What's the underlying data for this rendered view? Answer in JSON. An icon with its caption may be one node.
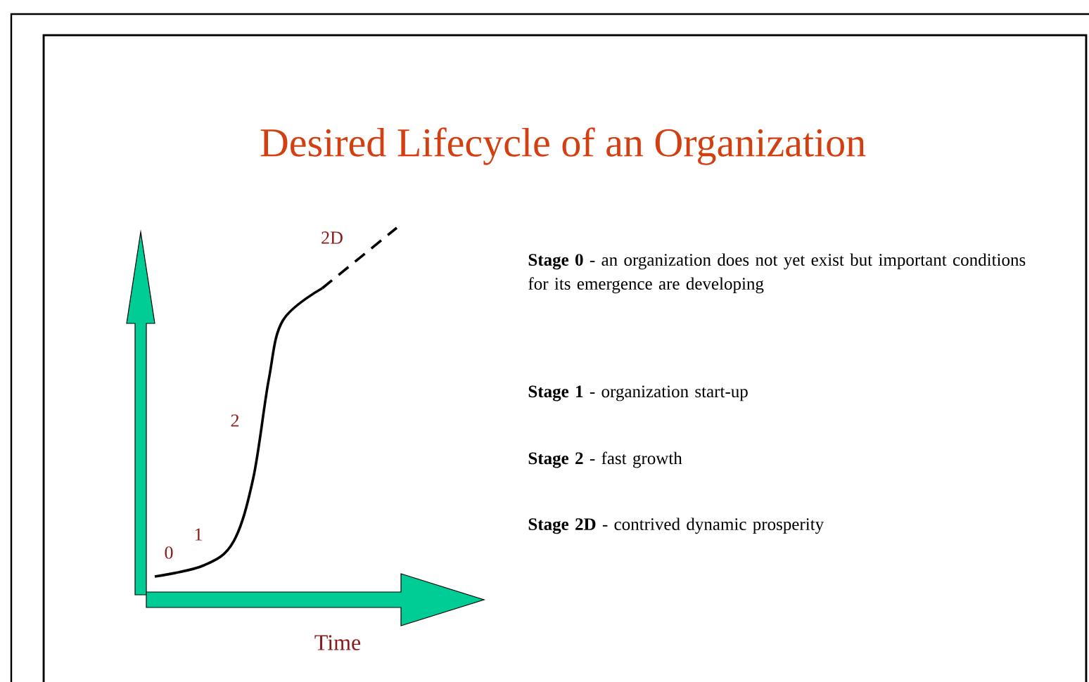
{
  "diagram": {
    "title": "Desired Lifecycle of an Organization",
    "labels": [
      "2D",
      "**Stage 0** - an organization does not yet exist but important conditions for its emergence are developing",
      "2",
      "**Stage 1** - organization start-up",
      "**Stage 2** - fast growth",
      "1",
      "**Stage 2D** - contrived dynamic prosperity",
      "0",
      "Time"
    ]
  }
}
